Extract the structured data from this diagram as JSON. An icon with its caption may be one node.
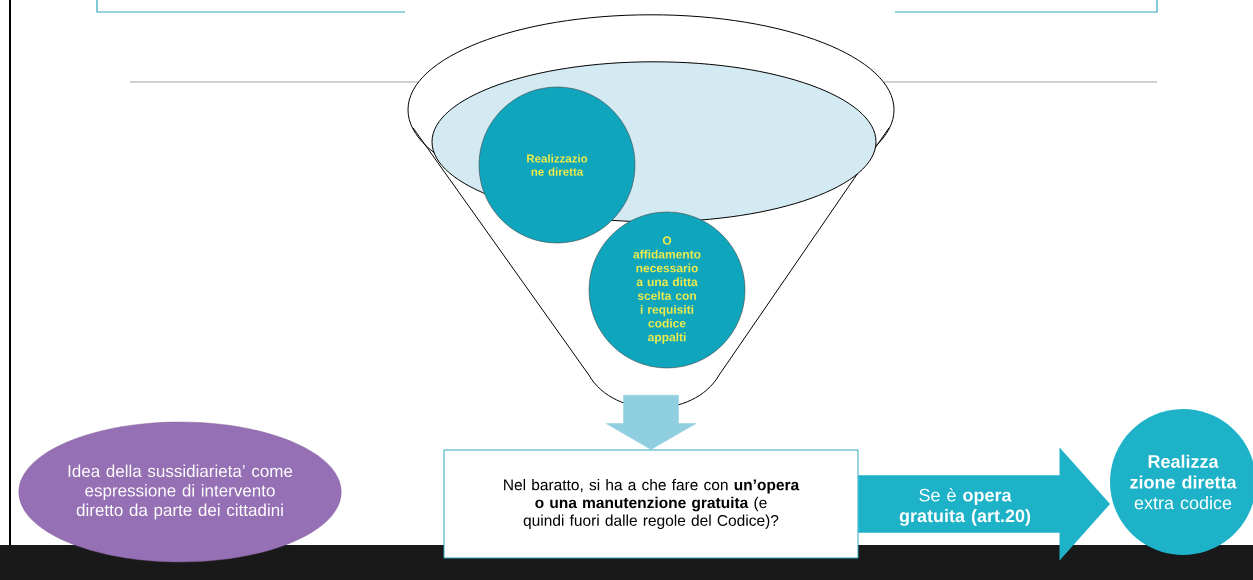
{
  "diagram": {
    "nodes": [
      {
        "text": [],
        "shape": "funnel"
      },
      {
        "text": [
          "Realizzazio ne diretta"
        ],
        "in": 0
      },
      {
        "text": [
          "O affidamento necessario a una ditta scelta con i requisiti codice appalti"
        ],
        "in": 0
      },
      {
        "text": [
          "Idea della sussidiarieta’ come espressione di intervento diretto da parte dei cittadini"
        ]
      },
      {
        "text": [
          "Nel baratto, si ha a che fare con **un’opera o una manutenzione gratuita** (e quindi fuori dalle regole del Codice)?"
        ]
      },
      {
        "text": [
          "**Realizza zione diretta** extra codice"
        ]
      }
    ],
    "edges": [
      {
        "from": 0,
        "to": 4,
        "arrow": "to",
        "color": "#8fcfe0"
      },
      {
        "from": 4,
        "to": 5,
        "arrow": "to",
        "label": "Se è **opera gratuita (art.20)**",
        "color": "#1eb2c8"
      }
    ]
  }
}
